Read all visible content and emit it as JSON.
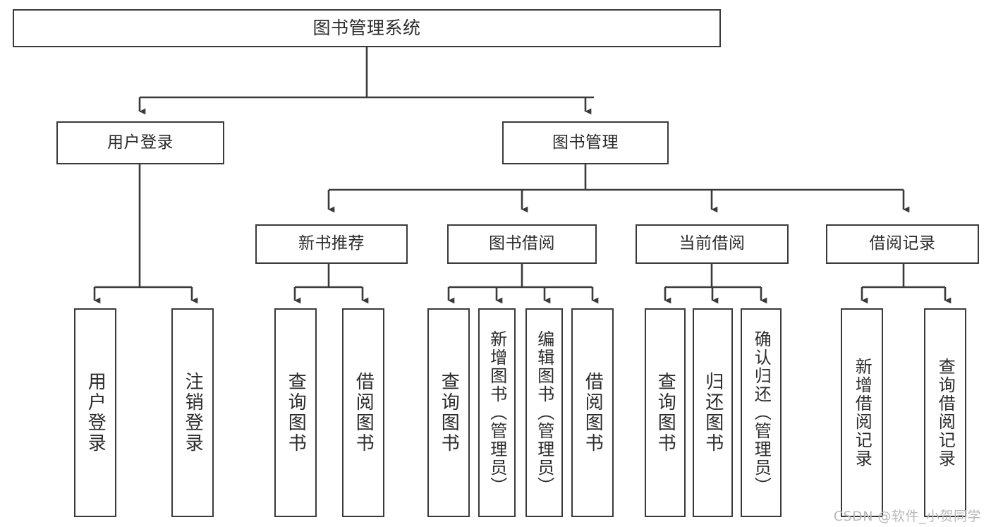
{
  "diagram": {
    "title": "图书管理系统",
    "type": "tree-hierarchy-chart",
    "colors": {
      "stroke": "#3a3a3a",
      "fill": "#ffffff",
      "text": "#2b2b2b",
      "watermark": "#b9b9b9"
    },
    "nodes": {
      "root": {
        "label": "图书管理系统"
      },
      "level1": [
        {
          "id": "user-login",
          "label": "用户登录"
        },
        {
          "id": "book-management",
          "label": "图书管理"
        }
      ],
      "level2": [
        {
          "id": "new-book-recommend",
          "label": "新书推荐"
        },
        {
          "id": "book-borrow",
          "label": "图书借阅"
        },
        {
          "id": "current-borrow",
          "label": "当前借阅"
        },
        {
          "id": "borrow-record",
          "label": "借阅记录"
        }
      ],
      "leaves": {
        "user_login": [
          {
            "id": "leaf-user-login",
            "label": "用户登录"
          },
          {
            "id": "leaf-logout-login",
            "label": "注销登录"
          }
        ],
        "new_book_recommend": [
          {
            "id": "leaf-query-book-1",
            "label": "查询图书"
          },
          {
            "id": "leaf-borrow-book-1",
            "label": "借阅图书"
          }
        ],
        "book_borrow": [
          {
            "id": "leaf-query-book-2",
            "label": "查询图书"
          },
          {
            "id": "leaf-add-book",
            "label": "新增图书（管理员）"
          },
          {
            "id": "leaf-edit-book",
            "label": "编辑图书（管理员）"
          },
          {
            "id": "leaf-borrow-book-2",
            "label": "借阅图书"
          }
        ],
        "current_borrow": [
          {
            "id": "leaf-query-book-3",
            "label": "查询图书"
          },
          {
            "id": "leaf-return-book",
            "label": "归还图书"
          },
          {
            "id": "leaf-confirm-return",
            "label": "确认归还（管理员）"
          }
        ],
        "borrow_record": [
          {
            "id": "leaf-add-borrow-record",
            "label": "新增借阅记录"
          },
          {
            "id": "leaf-query-borrow-record",
            "label": "查询借阅记录"
          }
        ]
      }
    },
    "watermark": "CSDN @软件_小贺同学"
  }
}
